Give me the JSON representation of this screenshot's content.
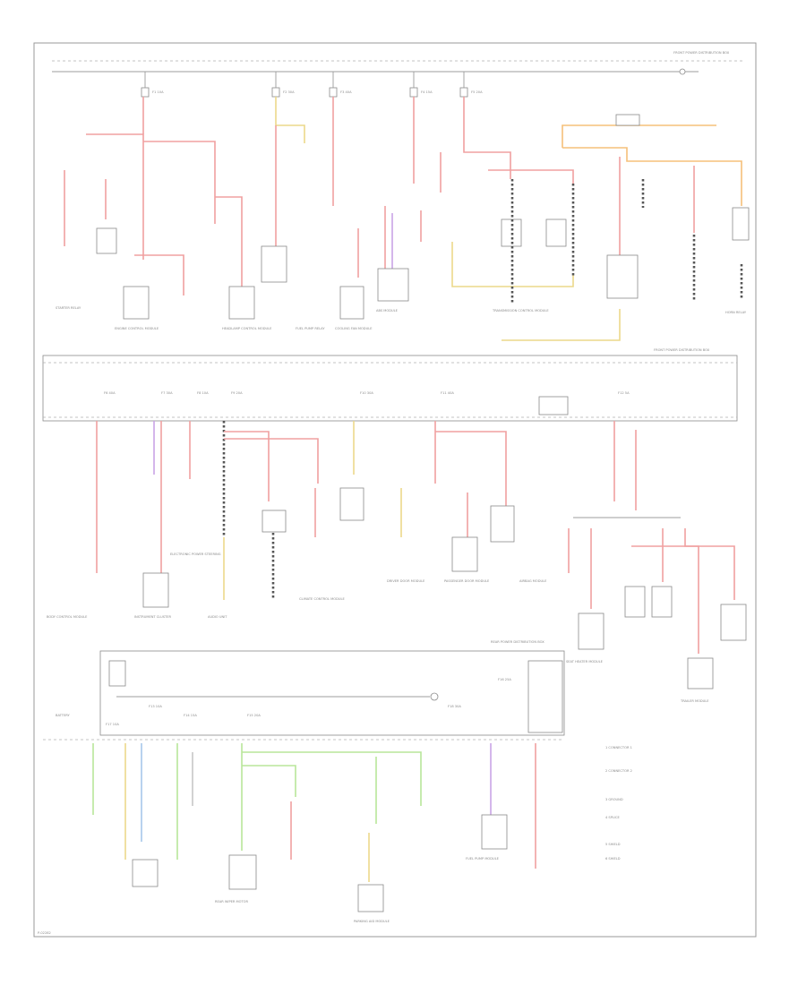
{
  "diagram": {
    "footer_code": "P-02282",
    "panels": {
      "top_right_caption": "FRONT POWER DISTRIBUTION BOX",
      "middle_caption": "FRONT POWER DISTRIBUTION BOX",
      "lower_caption": "REAR POWER DISTRIBUTION BOX"
    },
    "fuses": [
      "F1 10A",
      "F2 30A",
      "F3 40A",
      "F4 15A",
      "F5 20A",
      "F6 40A",
      "F7 30A",
      "F8 10A",
      "F9 20A",
      "F10 30A",
      "F11 40A",
      "F12 5A",
      "F13 10A",
      "F14 15A",
      "F15 20A",
      "F16 25A",
      "F17 10A",
      "F18 30A"
    ],
    "components": [
      "ENGINE CONTROL MODULE",
      "HEADLAMP CONTROL MODULE",
      "STARTER RELAY",
      "FUEL PUMP RELAY",
      "COOLING FAN MODULE",
      "ABS MODULE",
      "TRANSMISSION CONTROL MODULE",
      "HORN RELAY",
      "BODY CONTROL MODULE",
      "INSTRUMENT CLUSTER",
      "ELECTRONIC POWER STEERING",
      "AUDIO UNIT",
      "CLIMATE CONTROL MODULE",
      "DRIVER DOOR MODULE",
      "PASSENGER DOOR MODULE",
      "AIRBAG MODULE",
      "SEAT HEATER MODULE",
      "TRAILER MODULE",
      "REAR WIPER MOTOR",
      "FUEL PUMP MODULE",
      "PARKING AID MODULE",
      "BATTERY"
    ],
    "legend": [
      "1  CONNECTOR 1",
      "2  CONNECTOR 2",
      "3  GROUND",
      "4  SPLICE",
      "5  SHIELD",
      "6  SHIELD"
    ]
  }
}
